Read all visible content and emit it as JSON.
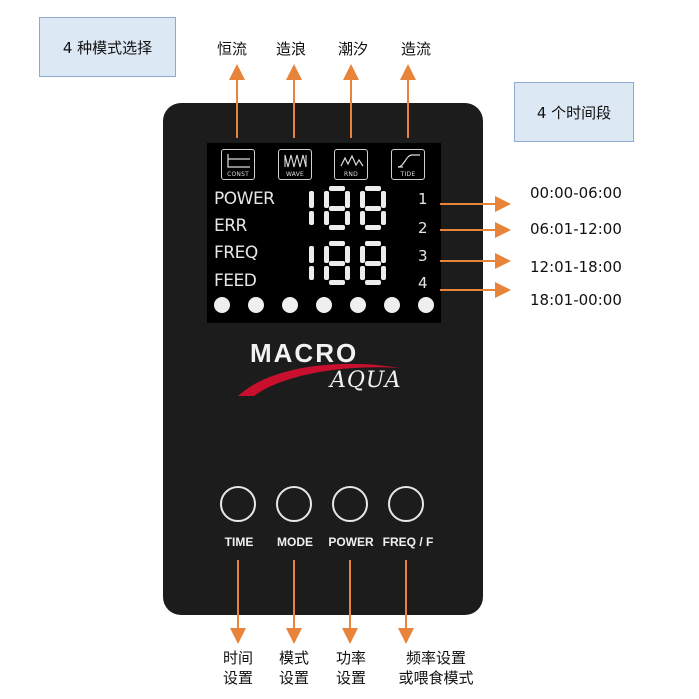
{
  "callouts": {
    "modes_title": "4 种模式选择",
    "periods_title": "4 个时间段"
  },
  "top_labels": [
    "恒流",
    "造浪",
    "潮汐",
    "造流"
  ],
  "mode_icons": [
    {
      "caption": "CONST",
      "icon": "const-icon"
    },
    {
      "caption": "WAVE",
      "icon": "wave-icon"
    },
    {
      "caption": "RND",
      "icon": "random-icon"
    },
    {
      "caption": "TIDE",
      "icon": "tide-icon"
    }
  ],
  "lcd": {
    "labels": [
      "POWER",
      "ERR",
      "FREQ",
      "FEED"
    ],
    "top_digits": "188",
    "bottom_digits": "188",
    "slot_numbers": [
      "1",
      "2",
      "3",
      "4"
    ],
    "indicator_dots": 7
  },
  "time_periods": [
    "00:00-06:00",
    "06:01-12:00",
    "12:01-18:00",
    "18:01-00:00"
  ],
  "logo": {
    "brand": "MACRO",
    "sub": "AQUA"
  },
  "buttons": [
    {
      "label": "TIME",
      "annotation_line1": "时间",
      "annotation_line2": "设置"
    },
    {
      "label": "MODE",
      "annotation_line1": "模式",
      "annotation_line2": "设置"
    },
    {
      "label": "POWER",
      "annotation_line1": "功率",
      "annotation_line2": "设置"
    },
    {
      "label": "FREQ / F",
      "annotation_line1": "频率设置",
      "annotation_line2": "或喂食模式"
    }
  ],
  "colors": {
    "arrow": "#e8833a",
    "panel": "#1c1c1c",
    "callout_fill": "#dde8f5",
    "callout_border": "#8faad2"
  }
}
